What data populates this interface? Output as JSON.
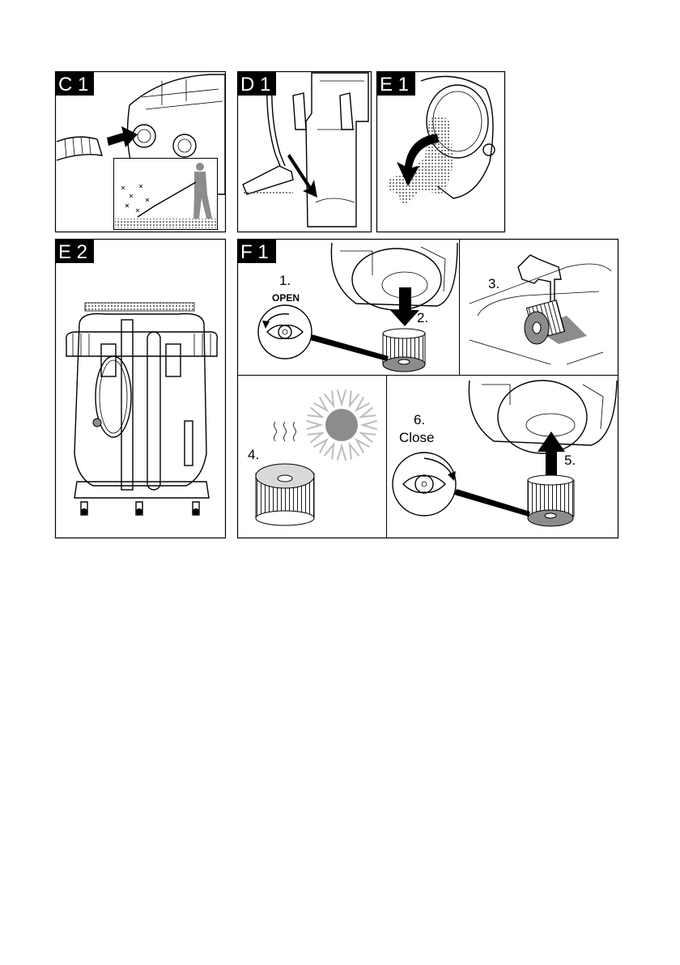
{
  "figures": {
    "c1": {
      "label": "C 1"
    },
    "d1": {
      "label": "D 1"
    },
    "e1": {
      "label": "E 1"
    },
    "e2": {
      "label": "E 2"
    },
    "f1": {
      "label": "F 1",
      "steps": [
        {
          "number": "1.",
          "text": "OPEN"
        },
        {
          "number": "2."
        },
        {
          "number": "3."
        },
        {
          "number": "4."
        },
        {
          "number": "5."
        },
        {
          "number": "6.",
          "text": "Close"
        }
      ]
    }
  },
  "colors": {
    "ink": "#000000",
    "fill_gray": "#8c8c8c",
    "light_gray": "#d9d9d9",
    "sun_rays": "#bdbdbd"
  }
}
